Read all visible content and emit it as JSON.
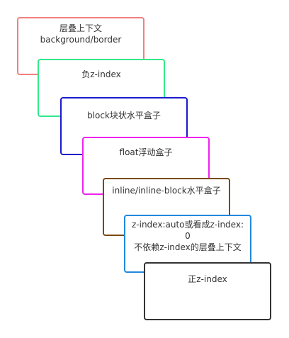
{
  "diagram": {
    "layers": [
      {
        "label": "层叠上下文\nbackground/border",
        "color": "#f08080"
      },
      {
        "label": "负z-index",
        "color": "#33e88a"
      },
      {
        "label": "block块状水平盒子",
        "color": "#1a1acc"
      },
      {
        "label": "float浮动盒子",
        "color": "#ee22ee"
      },
      {
        "label": "inline/inline-block水平盒子",
        "color": "#7a4a12"
      },
      {
        "label": "z-index:auto或看成z-index:0\n不依赖z-index的层叠上下文",
        "color": "#2288dd"
      },
      {
        "label": "正z-index",
        "color": "#333333"
      }
    ]
  }
}
